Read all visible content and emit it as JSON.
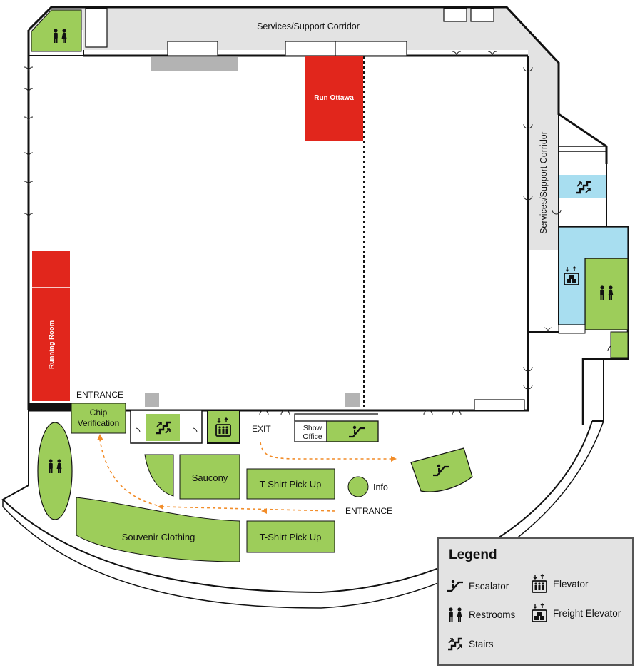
{
  "corridor_top": "Services/Support Corridor",
  "corridor_right": "Services/Support Corridor",
  "booths": {
    "run_ottawa": "Run Ottawa",
    "running_room": "Running Room",
    "chip_verification": [
      "Chip",
      "Verification"
    ],
    "saucony": "Saucony",
    "tshirt_1": "T-Shirt Pick Up",
    "tshirt_2": "T-Shirt Pick Up",
    "souvenir": "Souvenir Clothing",
    "info": "Info",
    "show_office": [
      "Show",
      "Office"
    ]
  },
  "signs": {
    "entrance_left": "ENTRANCE",
    "entrance_bottom": "ENTRANCE",
    "exit": "EXIT"
  },
  "legend": {
    "title": "Legend",
    "escalator": "Escalator",
    "elevator": "Elevator",
    "restrooms": "Restrooms",
    "freight_elevator": "Freight Elevator",
    "stairs": "Stairs"
  },
  "colors": {
    "booth_red": "#e1261c",
    "amenity_green": "#9dcd5a",
    "elevator_blue": "#a8def0",
    "corridor_gray": "#e3e3e3",
    "route_orange": "#f28c28"
  }
}
